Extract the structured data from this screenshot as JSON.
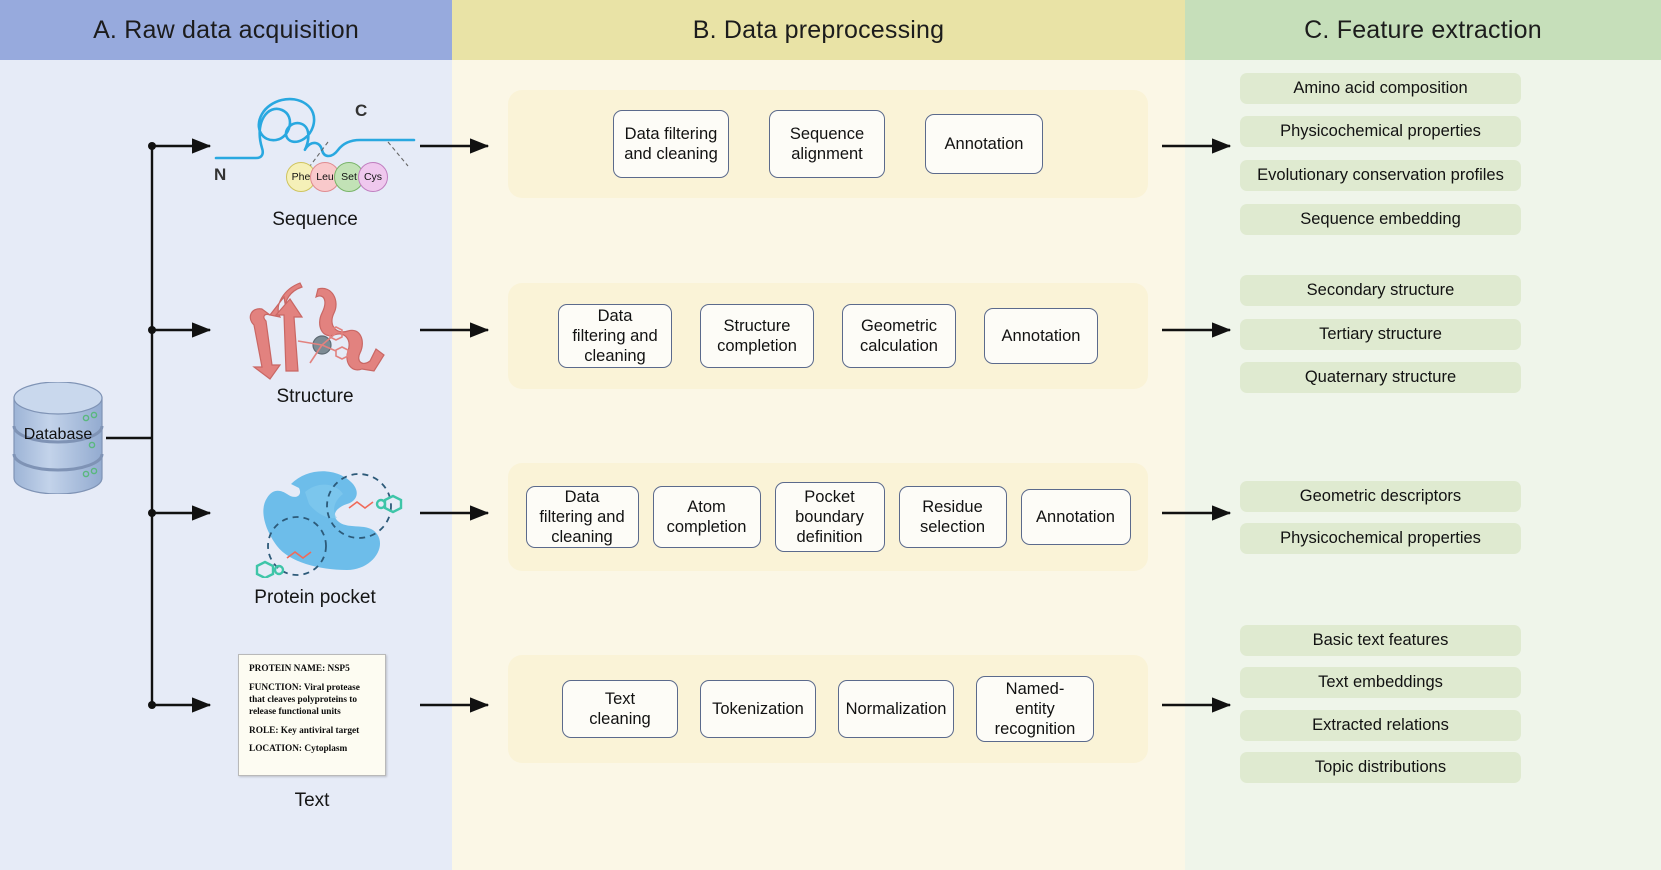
{
  "columns": [
    {
      "id": "a",
      "title": "A. Raw data acquisition",
      "header_color": "#97aadd",
      "body_color": "#e6ebf7"
    },
    {
      "id": "b",
      "title": "B. Data preprocessing",
      "header_color": "#e9e3a6",
      "body_color": "#fbf7e6"
    },
    {
      "id": "c",
      "title": "C. Feature extraction",
      "header_color": "#c6dfba",
      "body_color": "#eff5ea"
    }
  ],
  "source": {
    "label": "Database",
    "icon": "database-cylinder-icon"
  },
  "rows": [
    {
      "id": "sequence",
      "label": "Sequence",
      "illustration": "protein-sequence-icon",
      "terminals": {
        "n": "N",
        "c": "C"
      },
      "residues": [
        {
          "label": "Phe",
          "color": "#f5f0b8"
        },
        {
          "label": "Leu",
          "color": "#f9c9cb"
        },
        {
          "label": "Set",
          "color": "#c2e2b6"
        },
        {
          "label": "Cys",
          "color": "#efc8ee"
        }
      ],
      "preprocessing": [
        "Data filtering and cleaning",
        "Sequence alignment",
        "Annotation"
      ],
      "features": [
        "Amino acid composition",
        "Physicochemical properties",
        "Evolutionary conservation profiles",
        "Sequence embedding"
      ]
    },
    {
      "id": "structure",
      "label": "Structure",
      "illustration": "protein-structure-ribbon-icon",
      "preprocessing": [
        "Data filtering and cleaning",
        "Structure completion",
        "Geometric calculation",
        "Annotation"
      ],
      "features": [
        "Secondary structure",
        "Tertiary structure",
        "Quaternary structure"
      ]
    },
    {
      "id": "pocket",
      "label": "Protein pocket",
      "illustration": "protein-pocket-icon",
      "preprocessing": [
        "Data filtering and cleaning",
        "Atom completion",
        "Pocket boundary definition",
        "Residue selection",
        "Annotation"
      ],
      "features": [
        "Geometric descriptors",
        "Physicochemical properties"
      ]
    },
    {
      "id": "text",
      "label": "Text",
      "illustration": "text-document-icon",
      "document": {
        "lines": [
          "PROTEIN NAME: NSP5",
          "FUNCTION: Viral protease that cleaves polyproteins to release functional units",
          "ROLE: Key antiviral target",
          "LOCATION: Cytoplasm"
        ]
      },
      "preprocessing": [
        "Text cleaning",
        "Tokenization",
        "Normalization",
        "Named-entity recognition"
      ],
      "features": [
        "Basic text features",
        "Text embeddings",
        "Extracted relations",
        "Topic distributions"
      ]
    }
  ],
  "colors": {
    "sequence_chain": "#29a8e0",
    "structure_ribbon": "#e2827f",
    "pocket_surface": "#63b9e8",
    "pocket_ligand": "#3ec5a8",
    "arrow": "#111111",
    "pill_bg": "#dfead0",
    "group_bg": "#faf3d7",
    "box_border": "#5b6a8c"
  }
}
